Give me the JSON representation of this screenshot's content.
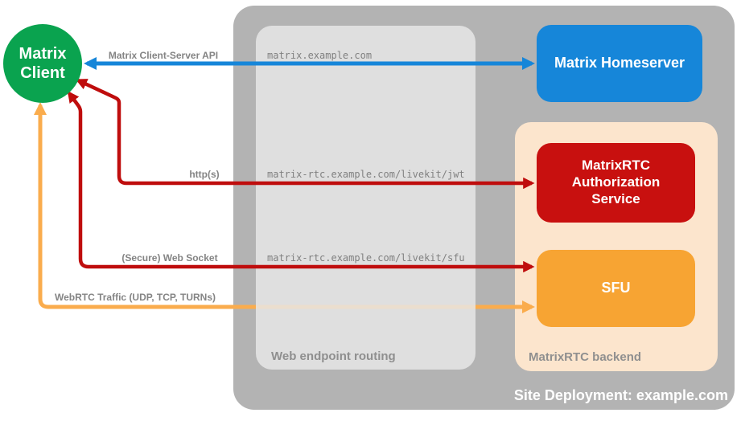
{
  "site": {
    "title": "Site Deployment: example.com",
    "container_color": "#b3b3b3",
    "title_color": "#ffffff"
  },
  "client": {
    "label": "Matrix Client",
    "color": "#0aa34f"
  },
  "homeserver": {
    "label": "Matrix Homeserver",
    "color": "#1686d9"
  },
  "routing": {
    "label": "Web endpoint routing",
    "color": "#e7e7e7",
    "endpoints": [
      "matrix.example.com",
      "matrix-rtc.example.com/livekit/jwt",
      "matrix-rtc.example.com/livekit/sfu"
    ]
  },
  "backend": {
    "label": "MatrixRTC backend",
    "color": "#fce5cd",
    "auth_service": {
      "label": "MatrixRTC Authorization Service",
      "color": "#c8100f"
    },
    "sfu": {
      "label": "SFU",
      "color": "#f7a433"
    }
  },
  "connections": {
    "cs_api": {
      "label": "Matrix Client-Server API",
      "color": "#1686d9",
      "from": "Matrix Client",
      "to": "Matrix Homeserver",
      "bidirectional": true
    },
    "http": {
      "label": "http(s)",
      "color": "#bf0d0d",
      "from": "Matrix Client",
      "to": "MatrixRTC Authorization Service",
      "bidirectional": true
    },
    "websocket": {
      "label": "(Secure) Web Socket",
      "color": "#bf0d0d",
      "from": "Matrix Client",
      "to": "SFU",
      "bidirectional": true
    },
    "webrtc": {
      "label": "WebRTC Traffic (UDP, TCP, TURNs)",
      "color": "#faac4d",
      "from": "Matrix Client",
      "to": "SFU",
      "bidirectional": true
    }
  }
}
